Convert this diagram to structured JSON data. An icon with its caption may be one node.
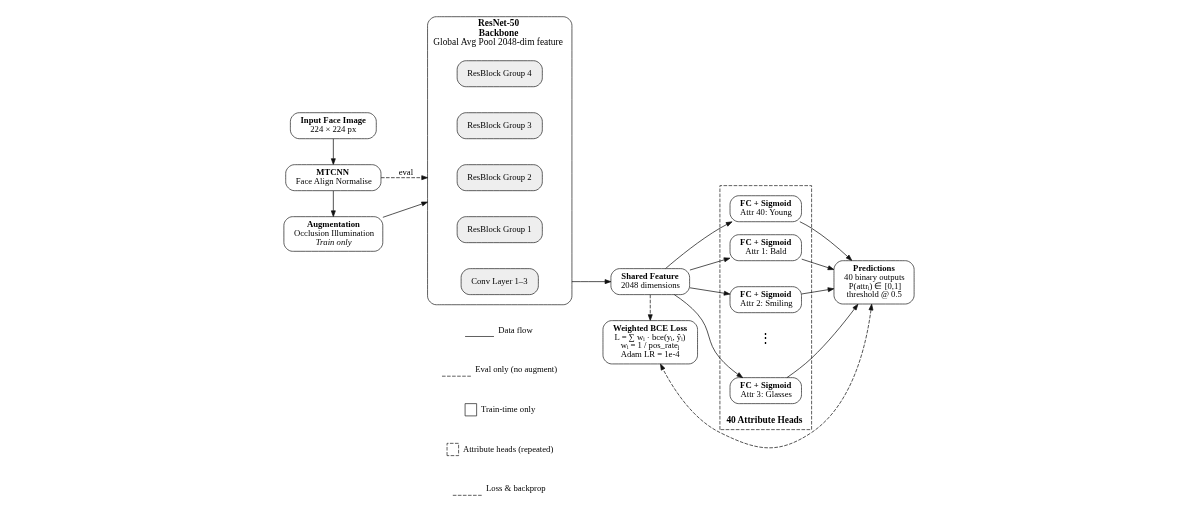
{
  "diagram": {
    "nodes": [
      {
        "text": [
          "Input Face Image",
          "224 × 224 px"
        ]
      },
      {
        "text": [
          "MTCNN",
          "Face Align Normalise"
        ]
      },
      {
        "text": [
          "Augmentation",
          "Occlusion Illumination",
          "Train only"
        ]
      },
      {
        "text": [
          "ResNet-50",
          "Backbone",
          "Global Avg Pool 2048-dim feature"
        ]
      },
      {
        "text": [
          "Conv Layer 1–3"
        ],
        "in": 3
      },
      {
        "text": [
          "ResBlock Group 1"
        ],
        "in": 3
      },
      {
        "text": [
          "ResBlock Group 2"
        ],
        "in": 3
      },
      {
        "text": [
          "ResBlock Group 3"
        ],
        "in": 3
      },
      {
        "text": [
          "ResBlock Group 4"
        ],
        "in": 3
      },
      {
        "text": [
          "Shared Feature",
          "2048 dimensions"
        ]
      },
      {
        "text": [
          "Weighted BCE Loss",
          "L = ∑ wᵢ · bce(yᵢ, ŷᵢ)",
          "wᵢ = 1 / pos_rateⱼ",
          "Adam LR = 1e-4"
        ]
      },
      {
        "text": [
          "40 Attribute Heads"
        ]
      },
      {
        "text": [
          "FC + Sigmoid",
          "Attr 1: Bald"
        ],
        "in": 11
      },
      {
        "text": [
          "FC + Sigmoid",
          "Attr 2: Smiling"
        ],
        "in": 11
      },
      {
        "text": [
          "FC + Sigmoid",
          "Attr 3: Glasses"
        ],
        "in": 11
      },
      {
        "text": [
          "FC + Sigmoid",
          "Attr 40: Young"
        ],
        "in": 11
      },
      {
        "text": [
          "Predictions",
          "40 binary outputs",
          "P(attrᵢ) ∈ [0,1]",
          "threshold @ 0.5"
        ]
      }
    ],
    "edges": [
      {
        "from": 0,
        "to": 1,
        "arrow": "to"
      },
      {
        "from": 1,
        "to": 2,
        "arrow": "to"
      },
      {
        "from": 1,
        "to": 3,
        "arrow": "to",
        "style": "dashed",
        "label": "eval"
      },
      {
        "from": 2,
        "to": 3,
        "arrow": "to"
      },
      {
        "from": 3,
        "to": 9,
        "arrow": "to"
      },
      {
        "from": 9,
        "to": 12,
        "arrow": "to"
      },
      {
        "from": 9,
        "to": 13,
        "arrow": "to"
      },
      {
        "from": 9,
        "to": 14,
        "arrow": "to"
      },
      {
        "from": 9,
        "to": 15,
        "arrow": "to"
      },
      {
        "from": 12,
        "to": 16,
        "arrow": "to"
      },
      {
        "from": 13,
        "to": 16,
        "arrow": "to"
      },
      {
        "from": 14,
        "to": 16,
        "arrow": "to"
      },
      {
        "from": 15,
        "to": 16,
        "arrow": "to"
      },
      {
        "from": 9,
        "to": 10,
        "arrow": "to",
        "style": "dashed"
      },
      {
        "from": 16,
        "to": 10,
        "arrow": "both",
        "style": "dashed"
      }
    ],
    "labels": [
      "⋮"
    ],
    "legend": [
      {
        "text": "Data flow"
      },
      {
        "text": "Eval only (no augment)"
      },
      {
        "text": "Train-time only"
      },
      {
        "text": "Attribute heads (repeated)"
      },
      {
        "text": "Loss & backprop"
      }
    ]
  }
}
